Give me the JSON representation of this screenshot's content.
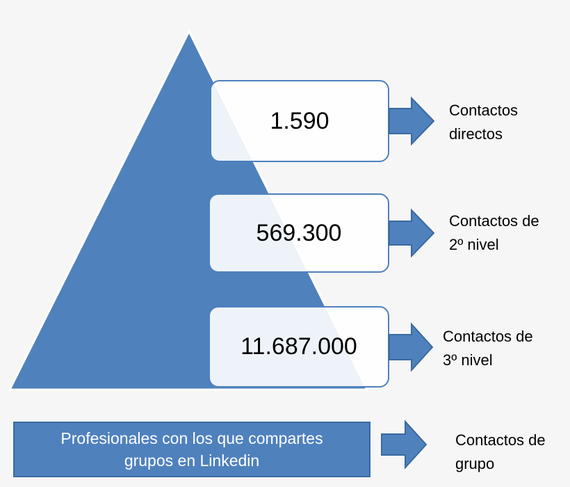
{
  "diagram": {
    "colors": {
      "primary": "#4f81bd",
      "border": "#3a6aa0",
      "background": "#f6f6f6",
      "box_fill": "#ffffff"
    },
    "levels": [
      {
        "value": "1.590",
        "label": "Contactos\ndirectos"
      },
      {
        "value": "569.300",
        "label": "Contactos de\n2º nivel"
      },
      {
        "value": "11.687.000",
        "label": "Contactos de\n3º nivel"
      }
    ],
    "group": {
      "description": "Profesionales con los que compartes\ngrupos en Linkedin",
      "label": "Contactos de\ngrupo"
    }
  }
}
